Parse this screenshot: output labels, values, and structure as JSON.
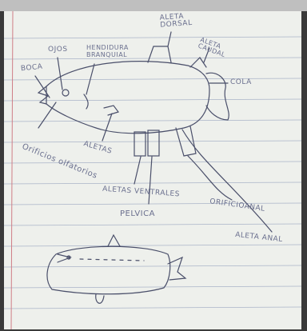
{
  "sketch": {
    "labels": {
      "aleta_dorsal": "ALETA DORSAL",
      "aleta_caudal": "ALETA CAUDAL",
      "ojos": "OJOS",
      "hendidura_branquial": "HENDIDURA BRANQUIAL",
      "boca": "BOCA",
      "cola": "COLA",
      "orificios_olfatorios": "Orificios olfatorios",
      "aletas": "ALETAS",
      "aletas_ventrales": "ALETAS VENTRALES",
      "pelvica": "PELVICA",
      "orificio_anal": "ORIFICIOANAL",
      "aleta_anal": "ALETA ANAL"
    },
    "colors": {
      "ink": "#4a4f6a",
      "paper": "#eef0ec",
      "rule_line": "#aab4c8",
      "margin_line": "#d07d86",
      "background": "#3a3a3a"
    }
  }
}
